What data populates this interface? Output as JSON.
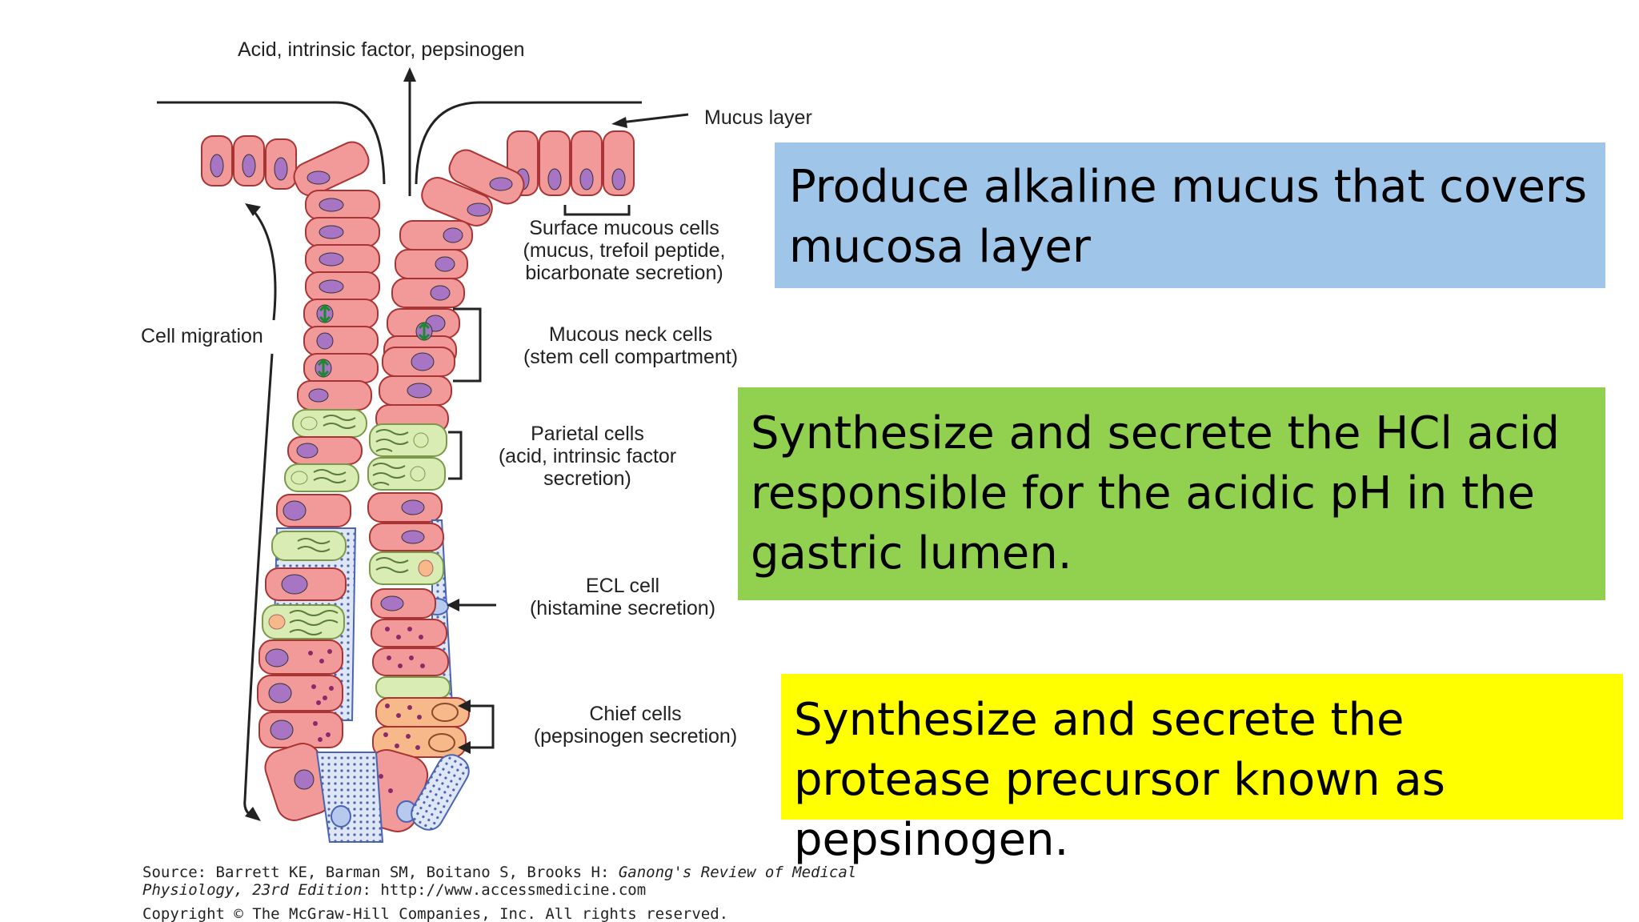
{
  "diagram": {
    "top_label": "Acid, intrinsic factor, pepsinogen",
    "mucus_layer": "Mucus layer",
    "cell_migration": "Cell migration",
    "surface_mucous": [
      "Surface mucous cells",
      "(mucus, trefoil peptide,",
      "bicarbonate secretion)"
    ],
    "mucous_neck": [
      "Mucous neck cells",
      "(stem cell compartment)"
    ],
    "parietal": [
      "Parietal cells",
      "(acid, intrinsic factor",
      "secretion)"
    ],
    "ecl": [
      "ECL cell",
      "(histamine secretion)"
    ],
    "chief": [
      "Chief cells",
      "(pepsinogen secretion)"
    ],
    "source_line1_a": "Source: Barrett KE, Barman SM, Boitano S, Brooks H: ",
    "source_line1_b": "Ganong's Review of Medical",
    "source_line2_a": "Physiology, 23rd Edition",
    "source_line2_b": ": http://www.accessmedicine.com",
    "copyright": "Copyright © The McGraw-Hill Companies, Inc. All rights reserved."
  },
  "callouts": {
    "mucus": "Produce alkaline mucus that covers mucosa layer",
    "hcl": "Synthesize and secrete the HCl acid responsible for the acidic pH in the gastric lumen.",
    "pepsinogen": "Synthesize and secrete the protease precursor known as pepsinogen."
  },
  "colors": {
    "mucus_box": "#9fc5e8",
    "hcl_box": "#92d050",
    "pepsinogen_box": "#ffff00",
    "surface_cell": "#f29a9a",
    "parietal_cell": "#d9ecb4",
    "chief_cell": "#f7b98a",
    "ecl_cell": "#b7c9ec",
    "nucleus": "#a874c4"
  }
}
